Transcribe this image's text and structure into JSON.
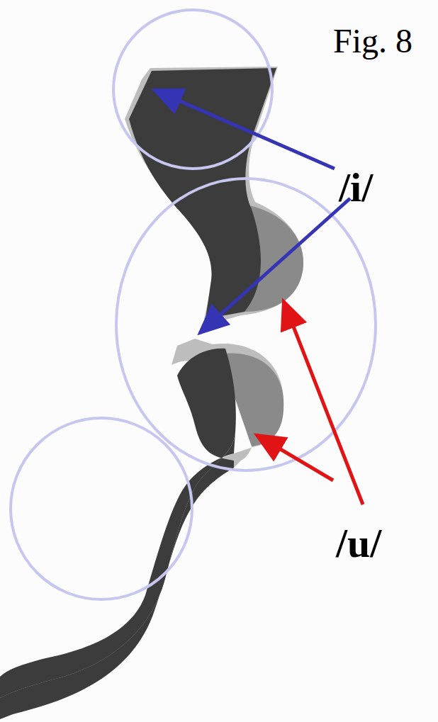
{
  "diagram": {
    "title": "Fig. 8",
    "labels": [
      "/i/",
      "/u/"
    ]
  }
}
